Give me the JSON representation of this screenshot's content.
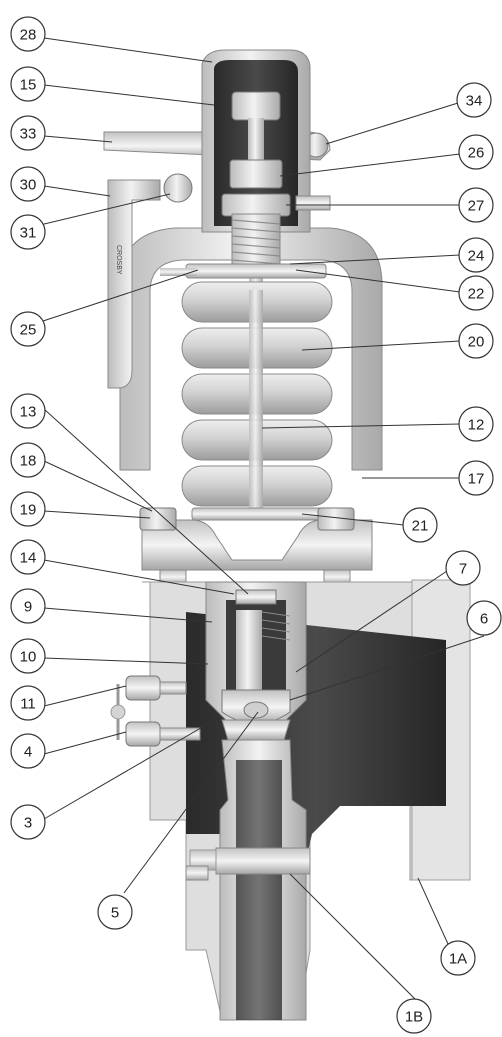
{
  "callouts": {
    "left": [
      "28",
      "15",
      "33",
      "30",
      "31",
      "25",
      "13",
      "18",
      "19",
      "14",
      "9",
      "10",
      "11",
      "4",
      "3",
      "5"
    ],
    "right": [
      "34",
      "26",
      "27",
      "24",
      "22",
      "20",
      "12",
      "17",
      "21",
      "7",
      "6",
      "1A",
      "1B"
    ]
  },
  "lever_stamp": "CROSBY"
}
